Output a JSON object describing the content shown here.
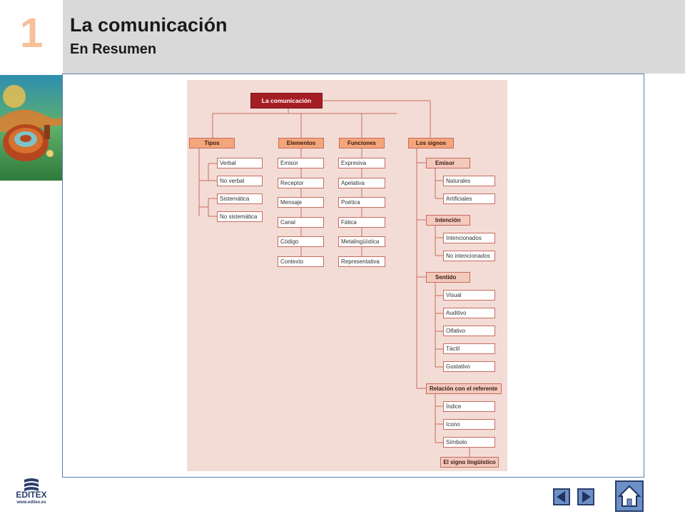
{
  "header": {
    "unit_number": "1",
    "title": "La comunicación",
    "subtitle": "En Resumen"
  },
  "diagram": {
    "root": "La comunicación",
    "tipos": {
      "label": "Tipos",
      "items": [
        "Verbal",
        "No verbal",
        "Sistemática",
        "No sistemática"
      ]
    },
    "elementos": {
      "label": "Elementos",
      "items": [
        "Emisor",
        "Receptor",
        "Mensaje",
        "Canal",
        "Código",
        "Contexto"
      ]
    },
    "funciones": {
      "label": "Funciones",
      "items": [
        "Expresiva",
        "Apelativa",
        "Poética",
        "Fática",
        "Metalingüística",
        "Representativa"
      ]
    },
    "signos": {
      "label": "Los signos",
      "emisor": {
        "label": "Emisor",
        "items": [
          "Naturales",
          "Artificiales"
        ]
      },
      "intencion": {
        "label": "Intención",
        "items": [
          "Intencionados",
          "No intencionados"
        ]
      },
      "sentido": {
        "label": "Sentido",
        "items": [
          "Visual",
          "Auditivo",
          "Olfativo",
          "Táctil",
          "Gustativo"
        ]
      },
      "relacion": {
        "label": "Relación con el referente",
        "items": [
          "Índice",
          "Icono",
          "Símbolo"
        ]
      },
      "final": "El signo lingüístico"
    }
  },
  "footer": {
    "logo_text": "EDITEX",
    "logo_url": "www.editex.es"
  },
  "colors": {
    "root_fill": "#a51d24",
    "category_fill": "#f4a67a",
    "subcategory_fill": "#f3c9bd",
    "diagram_background": "#f3dcd6",
    "connector": "#c86b5e",
    "unit_number": "#f6c09a",
    "nav_button": "#6d8fc7"
  },
  "icons": [
    "left-arrow-icon",
    "right-arrow-icon",
    "home-icon",
    "editex-logo-icon"
  ]
}
